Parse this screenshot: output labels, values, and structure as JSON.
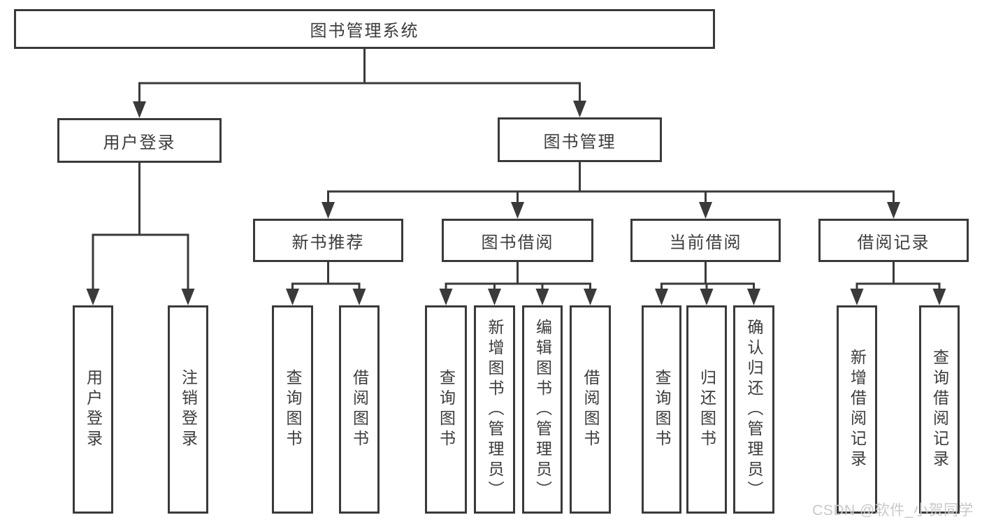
{
  "diagram": {
    "tree": {
      "label": "图书管理系统",
      "children": [
        {
          "label": "用户登录",
          "children": [
            {
              "label": "用户登录"
            },
            {
              "label": "注销登录"
            }
          ]
        },
        {
          "label": "图书管理",
          "children": [
            {
              "label": "新书推荐",
              "children": [
                {
                  "label": "查询图书"
                },
                {
                  "label": "借阅图书"
                }
              ]
            },
            {
              "label": "图书借阅",
              "children": [
                {
                  "label": "查询图书"
                },
                {
                  "label": "新增图书（管理员）"
                },
                {
                  "label": "编辑图书（管理员）"
                },
                {
                  "label": "借阅图书"
                }
              ]
            },
            {
              "label": "当前借阅",
              "children": [
                {
                  "label": "查询图书"
                },
                {
                  "label": "归还图书"
                },
                {
                  "label": "确认归还（管理员）"
                }
              ]
            },
            {
              "label": "借阅记录",
              "children": [
                {
                  "label": "新增借阅记录"
                },
                {
                  "label": "查询借阅记录"
                }
              ]
            }
          ]
        }
      ]
    }
  },
  "watermark": {
    "text": "CSDN @软件_小贺同学"
  },
  "colors": {
    "line": "#3a3a3a",
    "text": "#3c3c3c",
    "background": "#ffffff",
    "watermark": "#c8c8c8"
  }
}
